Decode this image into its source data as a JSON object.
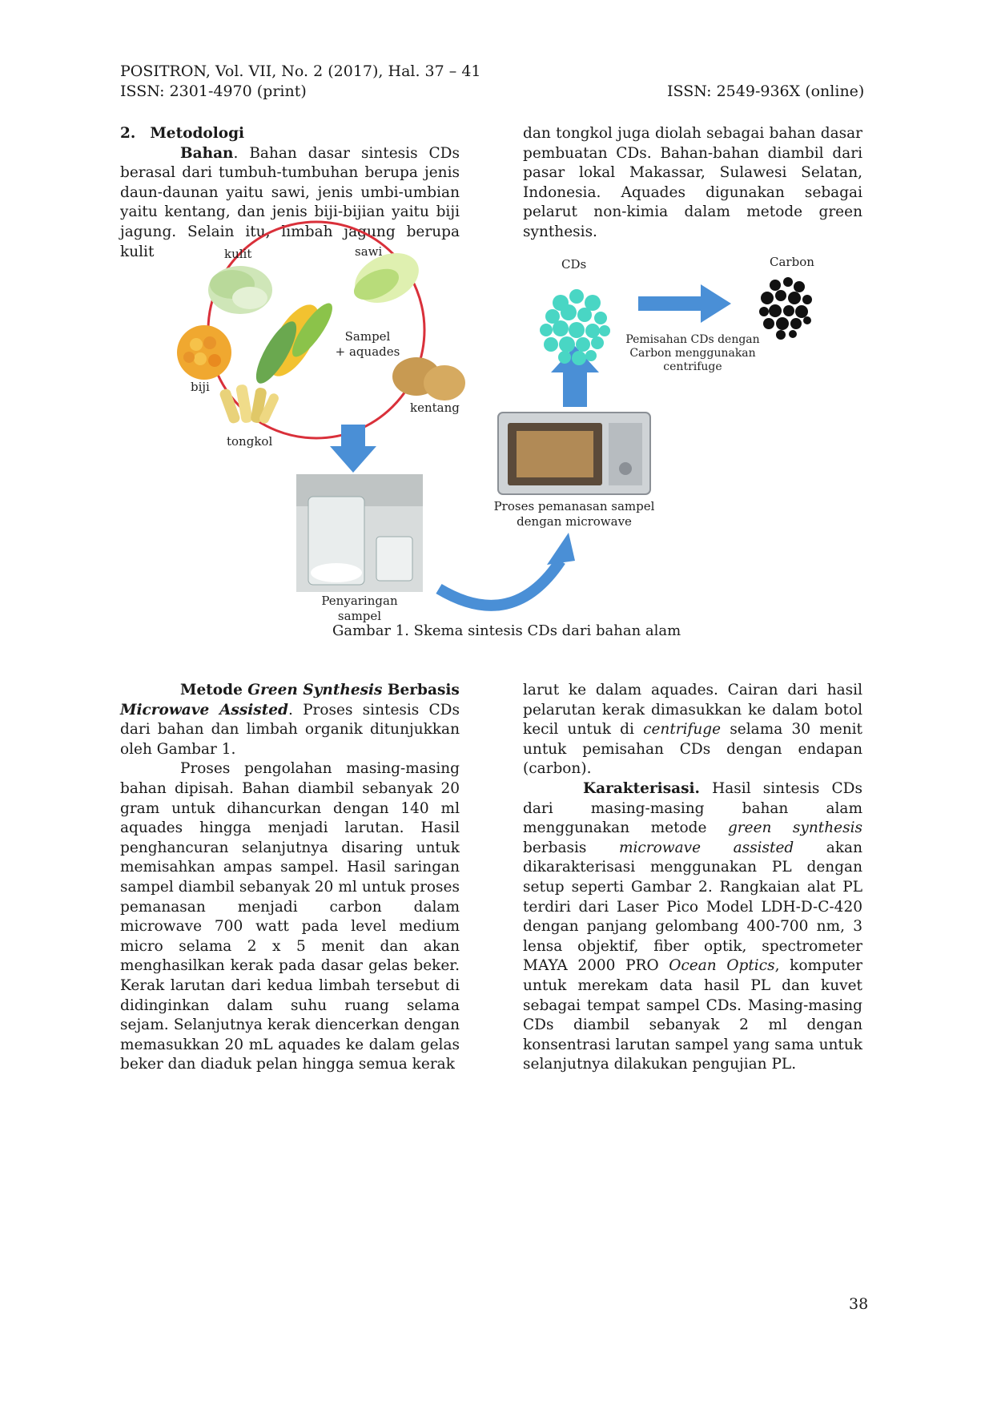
{
  "header": {
    "journal": "POSITRON, Vol. VII, No. 2 (2017), Hal. 37 – 41",
    "issn_print": "ISSN: 2301-4970 (print)",
    "issn_online": "ISSN: 2549-936X (online)"
  },
  "section": {
    "number": "2.",
    "title": "Metodologi"
  },
  "bahan": {
    "heading": "Bahan",
    "text_left": ". Bahan dasar sintesis CDs berasal dari tumbuh-tumbuhan berupa jenis daun-daunan yaitu sawi, jenis umbi-umbian yaitu kentang, dan jenis biji-bijian yaitu biji jagung. Selain itu, limbah jagung berupa kulit",
    "text_right": "dan tongkol juga diolah sebagai bahan dasar pembuatan CDs. Bahan-bahan diambil dari pasar lokal Makassar, Sulawesi Selatan, Indonesia. Aquades digunakan sebagai pelarut non-kimia dalam metode green synthesis."
  },
  "figure": {
    "labels": {
      "kulit": "kulit",
      "sawi": "sawi",
      "sampel_1": "Sampel",
      "sampel_2": "+ aquades",
      "biji": "biji",
      "kentang": "kentang",
      "tongkol": "tongkol",
      "cds": "CDs",
      "carbon": "Carbon",
      "pemisahan_1": "Pemisahan CDs dengan",
      "pemisahan_2": "Carbon menggunakan",
      "pemisahan_3": "centrifuge",
      "pemanasan_1": "Proses pemanasan sampel",
      "pemanasan_2": "dengan microwave",
      "penyaringan": "Penyaringan sampel"
    },
    "caption": "Gambar 1. Skema sintesis CDs dari bahan alam"
  },
  "metode": {
    "heading_1": "Metode ",
    "heading_italic": "Green Synthesis",
    "heading_2": " Berbasis",
    "heading_3": "Microwave Assisted",
    "p1_rest": ". Proses sintesis CDs dari bahan dan limbah organik ditunjukkan oleh Gambar 1.",
    "p2": "Proses pengolahan masing-masing bahan dipisah. Bahan diambil sebanyak 20 gram untuk dihancurkan dengan 140 ml aquades hingga menjadi larutan. Hasil penghancuran selanjutnya disaring untuk memisahkan ampas sampel. Hasil saringan sampel diambil sebanyak 20 ml untuk proses pemanasan menjadi carbon dalam microwave 700 watt pada level medium micro selama 2 x 5 menit dan akan menghasilkan kerak pada dasar gelas beker. Kerak larutan dari kedua limbah tersebut di didinginkan dalam suhu ruang selama sejam. Selanjutnya kerak diencerkan dengan memasukkan 20 mL aquades ke dalam gelas beker dan diaduk pelan hingga semua kerak",
    "r1_a": "larut ke dalam aquades. Cairan dari hasil pelarutan kerak dimasukkan ke dalam botol kecil untuk di ",
    "r1_italic": "centrifuge",
    "r1_b": " selama 30 menit untuk pemisahan CDs dengan endapan (carbon)."
  },
  "karakterisasi": {
    "heading": "Karakterisasi.",
    "t1": " Hasil sintesis CDs dari masing-masing bahan alam menggunakan metode ",
    "i1": "green synthesis",
    "t2": " berbasis ",
    "i2": "microwave assisted",
    "t3": " akan dikarakterisasi menggunakan PL dengan setup seperti Gambar 2. Rangkaian alat PL terdiri dari Laser Pico Model LDH-D-C-420 dengan panjang gelombang 400-700 nm, 3 lensa objektif, fiber optik, spectrometer MAYA 2000 PRO ",
    "i3": "Ocean Optics",
    "t4": ", komputer untuk merekam data hasil PL dan kuvet sebagai tempat sampel CDs. Masing-masing CDs diambil sebanyak 2 ml dengan konsentrasi larutan sampel yang sama untuk selanjutnya dilakukan pengujian PL."
  },
  "page_number": "38",
  "colors": {
    "arrow_blue": "#4a8fd6",
    "cycle_red": "#d9303a",
    "cds_teal": "#49d6c4"
  }
}
